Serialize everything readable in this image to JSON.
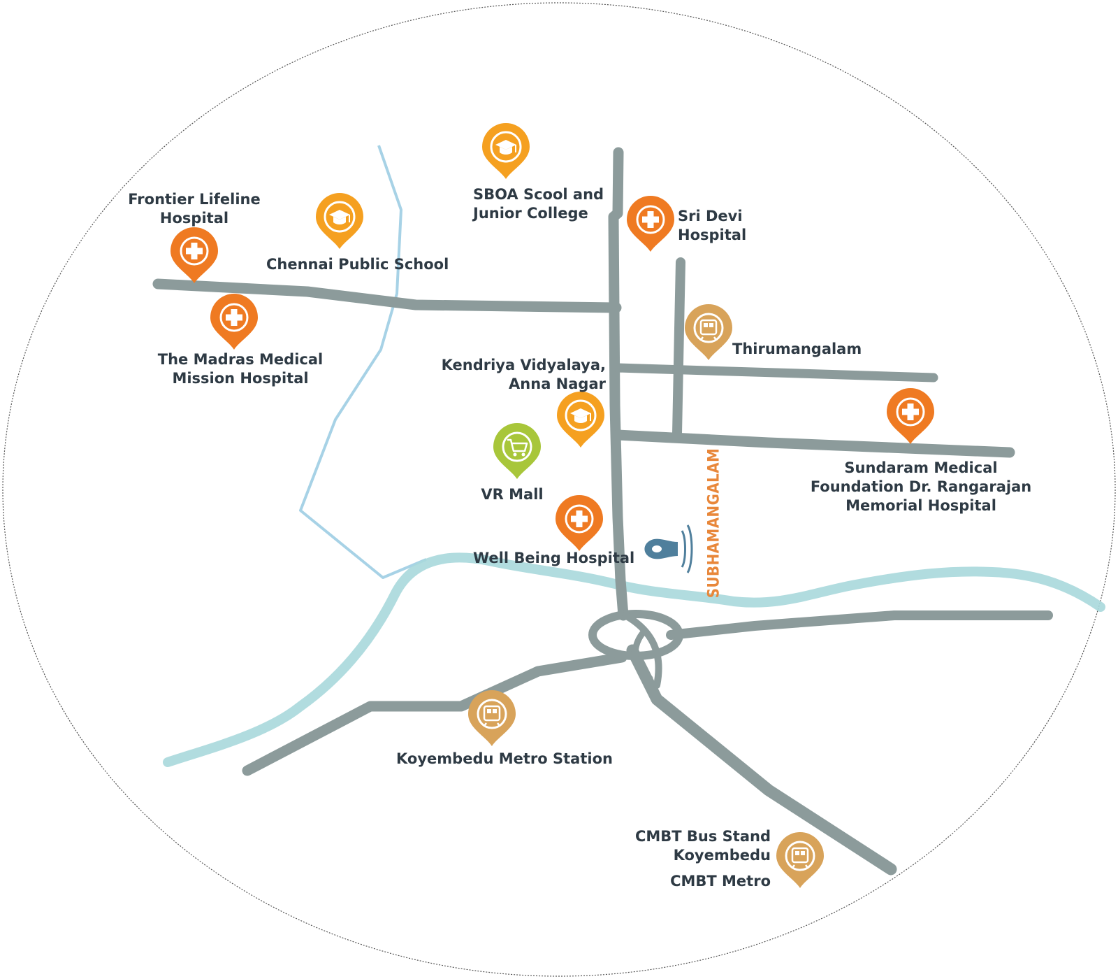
{
  "map": {
    "subject_label": "SUBHAMANGALAM",
    "landmarks": [
      {
        "id": "frontier",
        "lines": [
          "Frontier Lifeline",
          "Hospital"
        ],
        "category": "hospital",
        "icon": "hospital-cross-icon"
      },
      {
        "id": "chennai-public",
        "lines": [
          "Chennai Public School"
        ],
        "category": "school",
        "icon": "graduation-cap-icon"
      },
      {
        "id": "sboa",
        "lines": [
          "SBOA Scool and",
          "Junior College"
        ],
        "category": "school",
        "icon": "graduation-cap-icon"
      },
      {
        "id": "sri-devi",
        "lines": [
          "Sri Devi",
          "Hospital"
        ],
        "category": "hospital",
        "icon": "hospital-cross-icon"
      },
      {
        "id": "madras-medical",
        "lines": [
          "The Madras Medical",
          "Mission Hospital"
        ],
        "category": "hospital",
        "icon": "hospital-cross-icon"
      },
      {
        "id": "thirumangalam",
        "lines": [
          "Thirumangalam"
        ],
        "category": "transit",
        "icon": "train-icon"
      },
      {
        "id": "kendriya",
        "lines": [
          "Kendriya Vidyalaya,",
          "Anna Nagar"
        ],
        "category": "school",
        "icon": "graduation-cap-icon"
      },
      {
        "id": "vr-mall",
        "lines": [
          "VR Mall"
        ],
        "category": "shopping",
        "icon": "shopping-cart-icon"
      },
      {
        "id": "sundaram",
        "lines": [
          "Sundaram Medical",
          "Foundation Dr. Rangarajan",
          "Memorial Hospital"
        ],
        "category": "hospital",
        "icon": "hospital-cross-icon"
      },
      {
        "id": "well-being",
        "lines": [
          "Well Being Hospital"
        ],
        "category": "hospital",
        "icon": "hospital-cross-icon"
      },
      {
        "id": "koyembedu-metro",
        "lines": [
          "Koyembedu Metro Station"
        ],
        "category": "transit",
        "icon": "train-icon"
      },
      {
        "id": "cmbt",
        "lines": [
          "CMBT Bus Stand",
          "Koyembedu"
        ],
        "category": "transit",
        "icon": "train-icon"
      },
      {
        "id": "cmbt-metro",
        "lines": [
          "CMBT Metro"
        ],
        "category": "transit",
        "icon": null
      }
    ],
    "colors": {
      "road": "#8c9b9b",
      "river": "#a9d8dc",
      "canal": "#9fcfe6",
      "hospital": "#ef7a22",
      "school": "#f5a020",
      "transit": "#d8a35a",
      "shopping": "#a8c63a",
      "subject_pin": "#4f7f9c",
      "subject_text": "#e8873a",
      "label": "#2e3a44"
    }
  }
}
